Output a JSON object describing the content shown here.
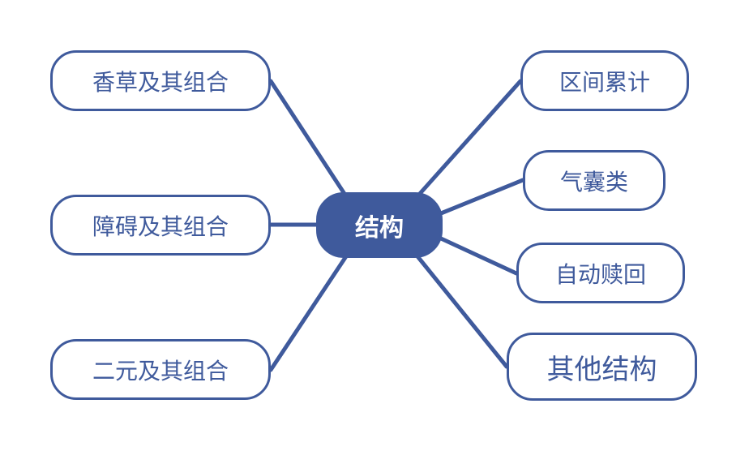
{
  "center": {
    "label": "结构"
  },
  "left": [
    {
      "label": "香草及其组合"
    },
    {
      "label": "障碍及其组合"
    },
    {
      "label": "二元及其组合"
    }
  ],
  "right": [
    {
      "label": "区间累计"
    },
    {
      "label": "气囊类"
    },
    {
      "label": "自动赎回"
    },
    {
      "label": "其他结构"
    }
  ],
  "colors": {
    "accent": "#3f5a9c",
    "background": "#ffffff"
  }
}
